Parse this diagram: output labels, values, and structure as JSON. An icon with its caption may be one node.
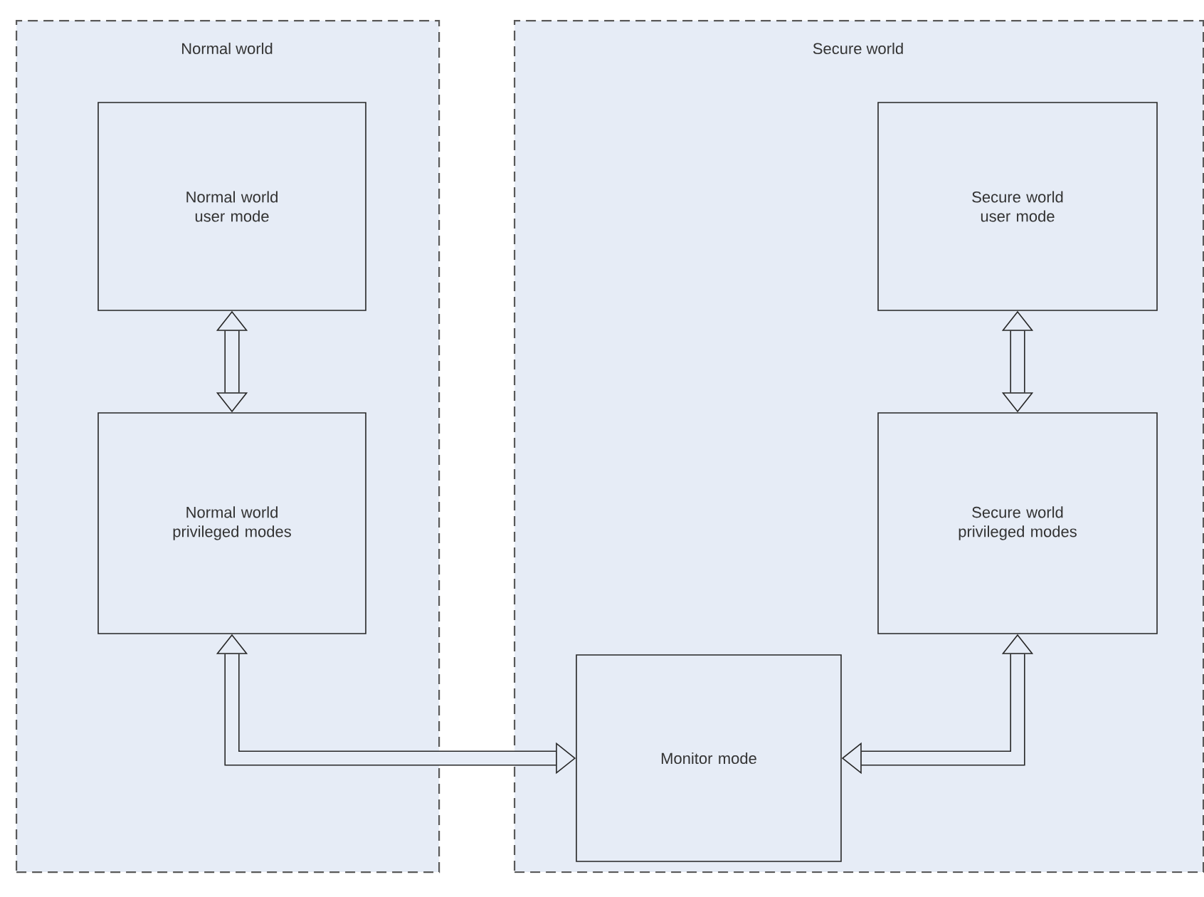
{
  "diagram": {
    "nodes": [
      {
        "text": [
          "Normal world"
        ]
      },
      {
        "text": [
          "Normal world user mode"
        ],
        "in": 0
      },
      {
        "text": [
          "Normal world privileged modes"
        ],
        "in": 0
      },
      {
        "text": [
          "Secure world"
        ]
      },
      {
        "text": [
          "Secure world user mode"
        ],
        "in": 3
      },
      {
        "text": [
          "Secure world privileged modes"
        ],
        "in": 3
      },
      {
        "text": [
          "Monitor mode"
        ],
        "in": 3
      }
    ],
    "edges": [
      {
        "from": 1,
        "to": 2,
        "arrow": "both"
      },
      {
        "from": 4,
        "to": 5,
        "arrow": "both"
      },
      {
        "from": 2,
        "to": 6,
        "arrow": "both"
      },
      {
        "from": 5,
        "to": 6,
        "arrow": "both"
      }
    ]
  }
}
